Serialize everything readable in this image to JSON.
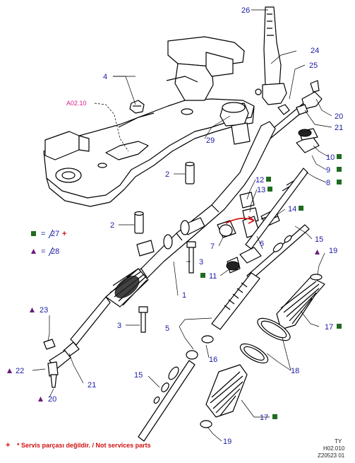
{
  "callouts": {
    "c1": "1",
    "c2a": "2",
    "c2b": "2",
    "c3a": "3",
    "c3b": "3",
    "c4": "4",
    "c5": "5",
    "c6": "6",
    "c7": "7",
    "c8": "8",
    "c9": "9",
    "c10": "10",
    "c11": "11",
    "c12": "12",
    "c13": "13",
    "c14": "14",
    "c15a": "15",
    "c15b": "15",
    "c16": "16",
    "c17a": "17",
    "c17b": "17",
    "c18": "18",
    "c19a": "19",
    "c19b": "19",
    "c20a": "20",
    "c20b": "20",
    "c21a": "21",
    "c21b": "21",
    "c22": "22",
    "c23": "23",
    "c24": "24",
    "c25": "25",
    "c26": "26",
    "c29": "29"
  },
  "reference_label": "A02.10",
  "legend": {
    "square_text": "27",
    "triangle_text": "28",
    "plus_symbol": "+",
    "eq_symbol": "="
  },
  "footer": {
    "note": "* Servis parçası değildir. / Not services parts",
    "code_line1": "TY",
    "code_line2": "H02.010",
    "code_line3": "Z20523 01"
  },
  "colors": {
    "callout_text": "#1a1aa6",
    "square_marker": "#1f6b1f",
    "triangle_marker": "#6a1b7a",
    "reference_label": "#d81b8c",
    "plus_marker": "#d01010",
    "highlight_arrow": "#d01010"
  }
}
